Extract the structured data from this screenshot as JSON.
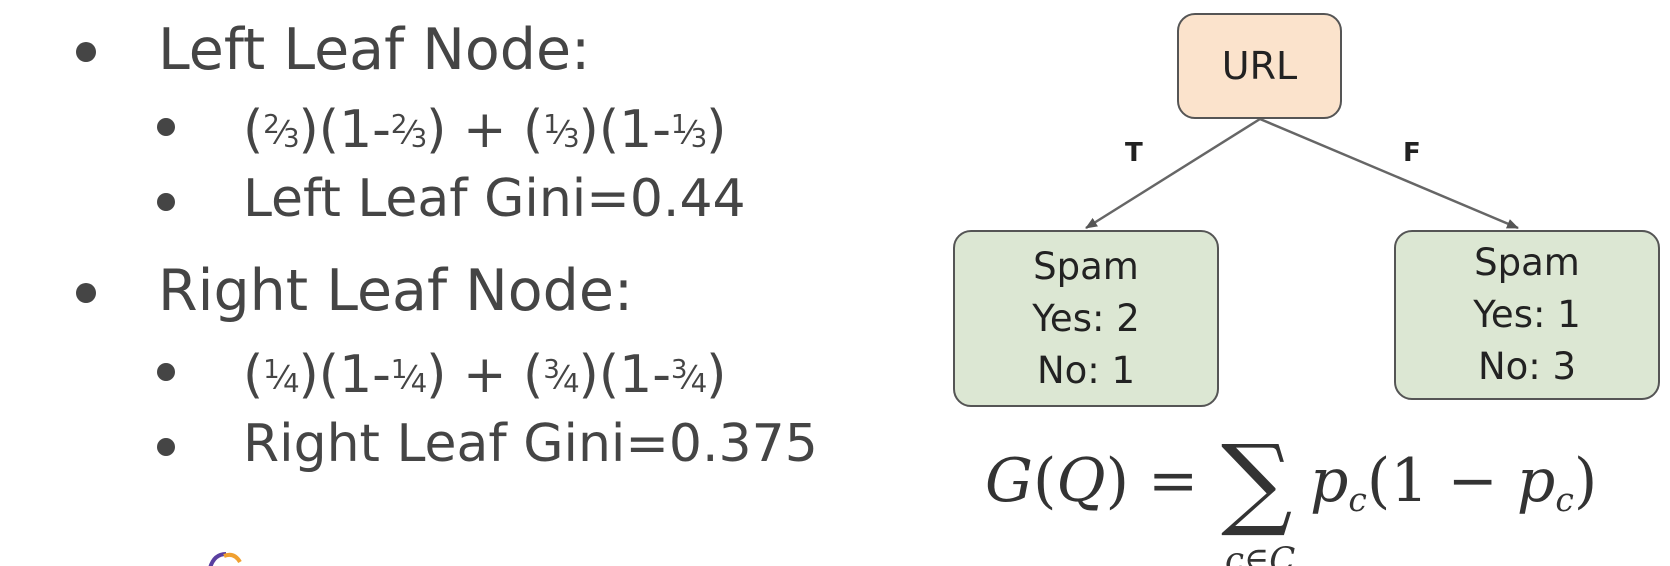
{
  "bullets": {
    "left_leaf_title": "Left Leaf Node:",
    "left_formula": {
      "open1": "(",
      "n1": "2",
      "d1": "3",
      "mid1": ")(1-",
      "n2": "2",
      "d2": "3",
      "mid2": ") + (",
      "n3": "1",
      "d3": "3",
      "mid3": ")(1-",
      "n4": "1",
      "d4": "3",
      "close": ")"
    },
    "left_gini": "Left Leaf Gini=0.44",
    "right_leaf_title": "Right Leaf Node:",
    "right_formula": {
      "open1": "(",
      "n1": "1",
      "d1": "4",
      "mid1": ")(1-",
      "n2": "1",
      "d2": "4",
      "mid2": ") + (",
      "n3": "3",
      "d3": "4",
      "mid3": ")(1-",
      "n4": "3",
      "d4": "4",
      "close": ")"
    },
    "right_gini": "Right Leaf Gini=0.375"
  },
  "tree": {
    "root_label": "URL",
    "edge_true": "T",
    "edge_false": "F",
    "left_leaf": {
      "line1": "Spam",
      "line2": "Yes: 2",
      "line3": "No: 1"
    },
    "right_leaf": {
      "line1": "Spam",
      "line2": "Yes: 1",
      "line3": "No: 3"
    },
    "colors": {
      "root_fill": "#fbe3cc",
      "leaf_fill": "#dce7d3",
      "border": "#555555"
    }
  },
  "equation": {
    "lhs": "G",
    "lhs_open": "(",
    "lhs_var": "Q",
    "lhs_close": ") =",
    "sum": "∑",
    "sum_sub": "c∈C",
    "rhs_p": "p",
    "rhs_sub": "c",
    "rhs_mid": "(1 − ",
    "rhs_p2": "p",
    "rhs_sub2": "c",
    "rhs_close": ")"
  }
}
